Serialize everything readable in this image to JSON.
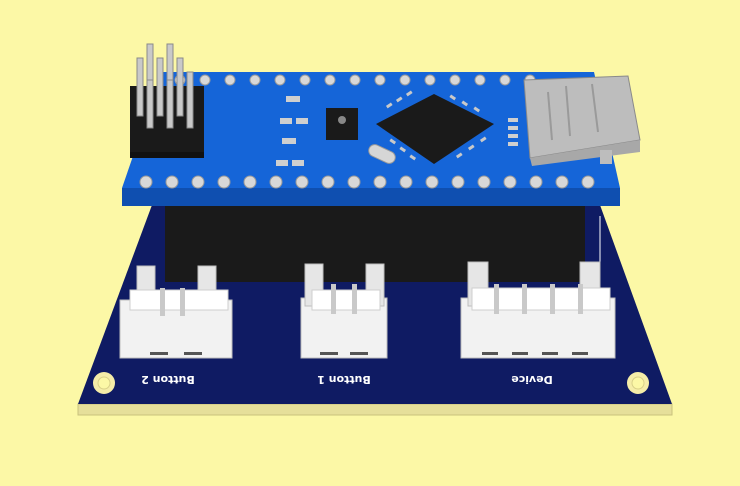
{
  "colors": {
    "background": "#fcf8a6",
    "pcb_top": "#0f1b63",
    "pcb_edge": "#e8e2a0",
    "nano_board": "#1565d8",
    "header_black": "#1a1a1a",
    "connector_white": "#f2f2f2",
    "pin_silver": "#c9c9c9"
  },
  "board": {
    "labels": {
      "button2": "Button 2",
      "button1": "Button 1",
      "device": "Device"
    }
  },
  "icons": [
    "mounting-hole-icon",
    "ic-chip-icon",
    "usb-connector-icon",
    "pin-header-icon"
  ]
}
